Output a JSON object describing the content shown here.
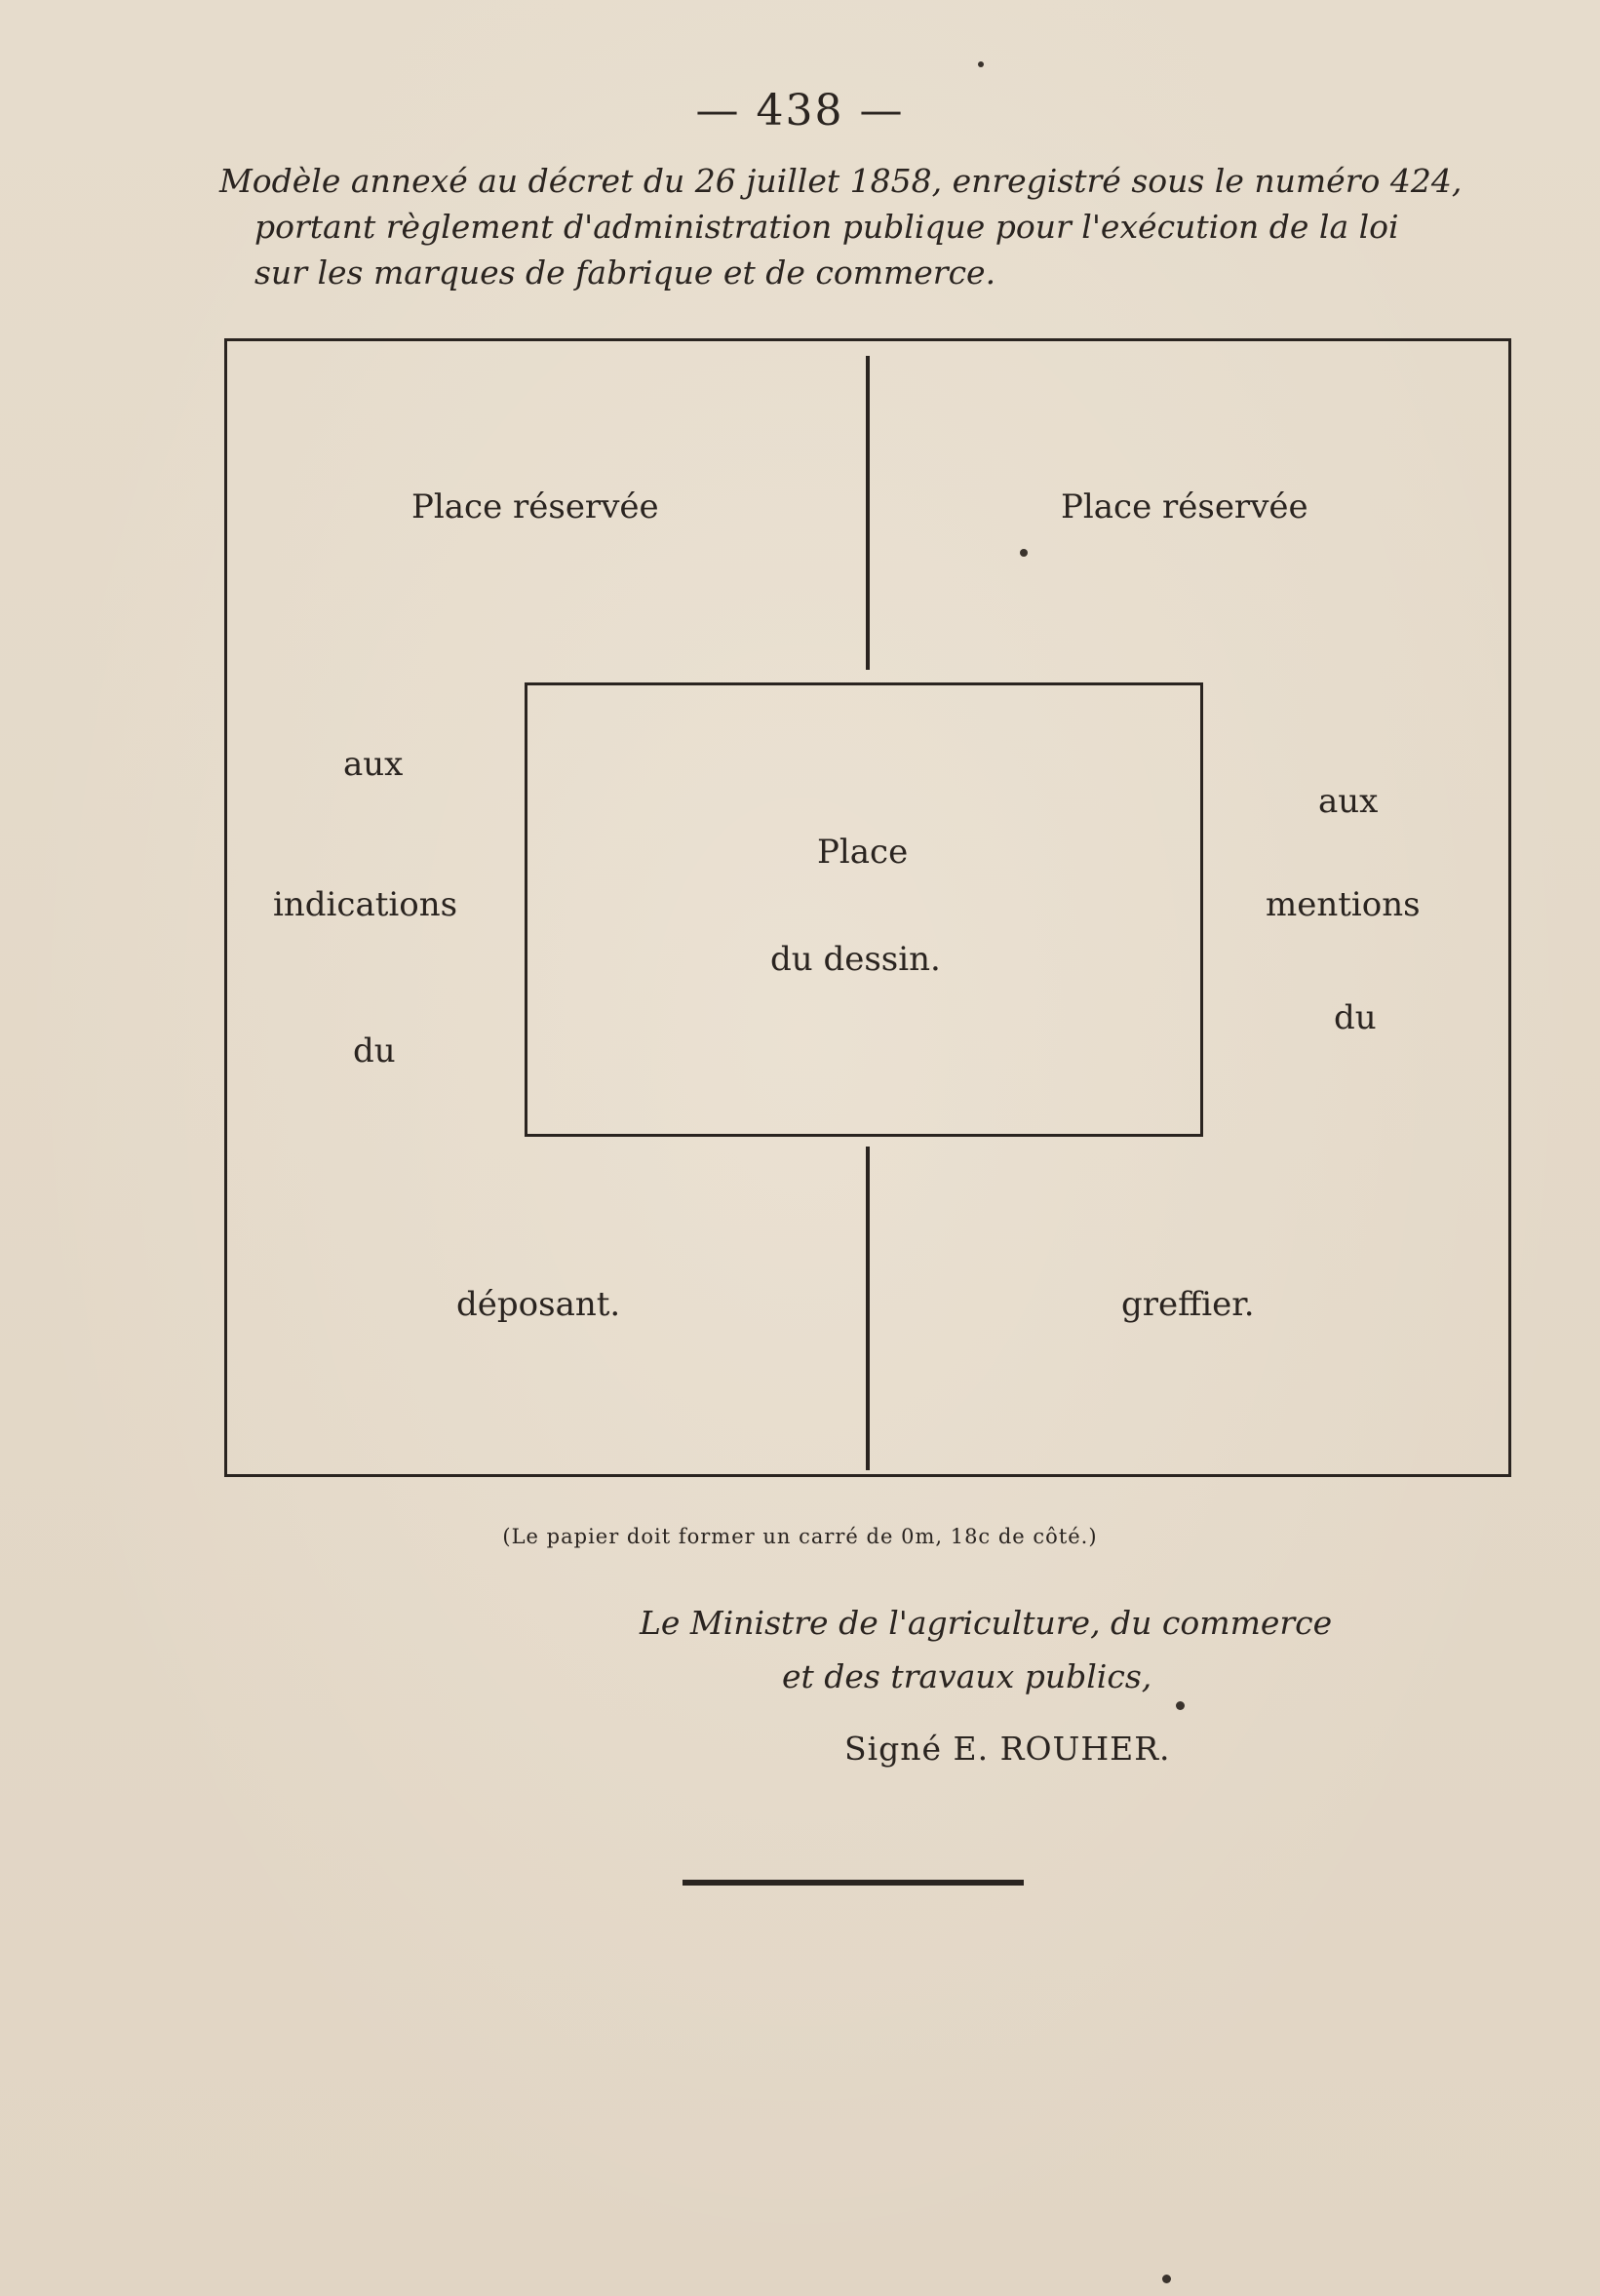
{
  "page_number": "— 438 —",
  "heading": {
    "line1": "Modèle annexé au décret du 26 juillet 1858, enregistré sous le numéro 424,",
    "line2": "portant règlement d'administration publique pour l'exécution de la loi",
    "line3": "sur les marques de fabrique et de commerce."
  },
  "diagram": {
    "top_left": "Place réservée",
    "top_right": "Place réservée",
    "left_aux": "aux",
    "left_indications": "indications",
    "left_du": "du",
    "right_aux": "aux",
    "right_mentions": "mentions",
    "right_du": "du",
    "center_place": "Place",
    "center_dessin": "du dessin.",
    "bottom_left": "déposant.",
    "bottom_right": "greffier."
  },
  "caption": "(Le papier doit former un carré de 0m, 18c de côté.)",
  "signature": {
    "line1": "Le Ministre de l'agriculture, du commerce",
    "line2": "et des travaux publics,",
    "line3": "Signé E. ROUHER."
  }
}
